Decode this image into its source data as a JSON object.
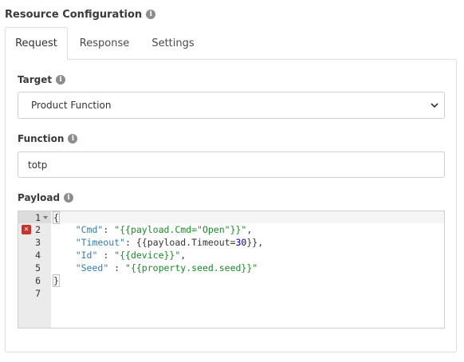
{
  "section": {
    "title": "Resource Configuration",
    "info_icon": "info-icon"
  },
  "tabs": [
    {
      "label": "Request",
      "active": true
    },
    {
      "label": "Response",
      "active": false
    },
    {
      "label": "Settings",
      "active": false
    }
  ],
  "target": {
    "label": "Target",
    "selected": "Product Function"
  },
  "function": {
    "label": "Function",
    "value": "totp"
  },
  "payload": {
    "label": "Payload",
    "line_numbers": [
      "1",
      "2",
      "3",
      "4",
      "5",
      "6",
      "7"
    ],
    "error_line": "2",
    "lines": {
      "l1": {
        "brace": "{"
      },
      "l2": {
        "indent": "    ",
        "key": "\"Cmd\"",
        "sep": ": ",
        "value": "\"{{payload.Cmd=\"Open\"}}\"",
        "end": ","
      },
      "l3": {
        "indent": "    ",
        "key": "\"Timeout\"",
        "sep": ": ",
        "pre": "{{payload.Timeout=",
        "number": "30",
        "post": "}},"
      },
      "l4": {
        "indent": "    ",
        "key": "\"Id\"",
        "sep": " : ",
        "value": "\"{{device}}\"",
        "end": ","
      },
      "l5": {
        "indent": "    ",
        "key": "\"Seed\"",
        "sep": " : ",
        "value": "\"{{property.seed.seed}}\"",
        "end": ""
      },
      "l6": {
        "brace": "}"
      },
      "l7": {
        "brace": ""
      }
    }
  },
  "colors": {
    "string": "#1a8a2a",
    "key": "#2c7fb8",
    "number": "#0000cd",
    "error": "#c9312a"
  }
}
